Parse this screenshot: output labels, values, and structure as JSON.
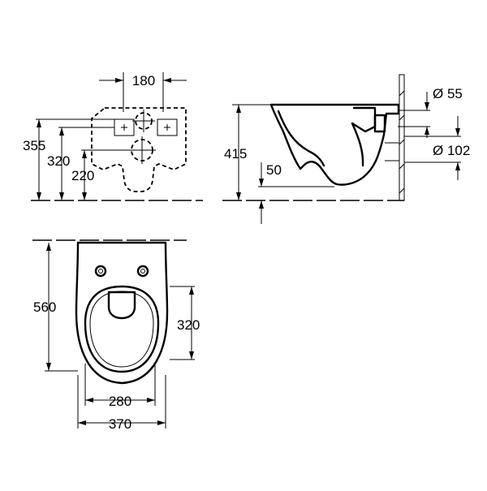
{
  "colors": {
    "line": "#000000",
    "background": "#ffffff"
  },
  "dimensions": {
    "top_view": {
      "fixing_spacing": "180",
      "height_355": "355",
      "height_320": "320",
      "height_220": "220"
    },
    "side_view": {
      "height_415": "415",
      "height_50": "50",
      "dia_55": "Ø 55",
      "dia_102": "Ø 102"
    },
    "plan_view": {
      "length_560": "560",
      "length_320": "320",
      "width_280": "280",
      "width_370": "370"
    }
  }
}
